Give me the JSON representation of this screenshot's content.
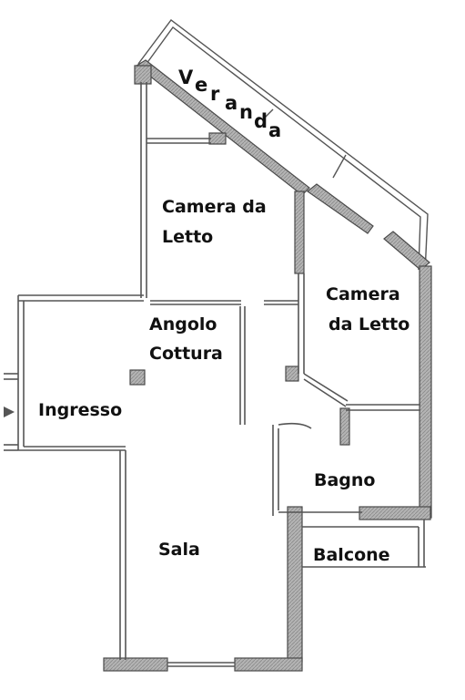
{
  "plan": {
    "colors": {
      "wall_fill": "#b4b4b4",
      "wall_stroke": "#4a4a4a",
      "thin_line": "#555555",
      "text": "#111111",
      "background": "#ffffff"
    },
    "veranda_letters": [
      "V",
      "e",
      "r",
      "a",
      "n",
      "d",
      "a"
    ],
    "rooms": {
      "camera_1_line1": "Camera da",
      "camera_1_line2": "Letto",
      "camera_2_line1": "Camera",
      "camera_2_line2": "da Letto",
      "angolo_line1": "Angolo",
      "angolo_line2": "Cottura",
      "ingresso": "Ingresso",
      "bagno": "Bagno",
      "sala": "Sala",
      "balcone": "Balcone"
    }
  }
}
